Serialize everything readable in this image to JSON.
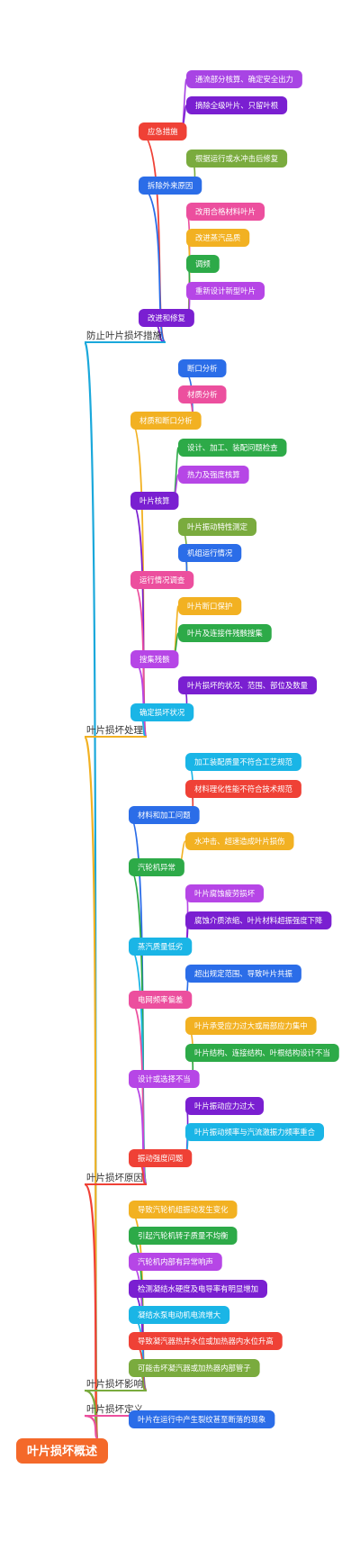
{
  "root": {
    "label": "叶片损坏概述",
    "color": "#f4692a"
  },
  "branches": [
    {
      "label": "防止叶片损坏措施",
      "color": "#1aa8db",
      "children": [
        {
          "label": "应急措施",
          "color": "#ef4136",
          "children": [
            {
              "label": "通流部分核算、确定安全出力",
              "color": "#a844e4"
            },
            {
              "label": "摘除全级叶片、只留叶根",
              "color": "#7a1fd1"
            }
          ]
        },
        {
          "label": "拆除外来原因",
          "color": "#2b6de8",
          "children": [
            {
              "label": "根据运行或水冲击后修复",
              "color": "#7aab3e"
            }
          ]
        },
        {
          "label": "改进和修复",
          "color": "#7a1fd1",
          "children": [
            {
              "label": "改用合格材料叶片",
              "color": "#ec4f9e"
            },
            {
              "label": "改进蒸汽品质",
              "color": "#f2b122"
            },
            {
              "label": "调频",
              "color": "#2daa48"
            },
            {
              "label": "重新设计新型叶片",
              "color": "#b646e6"
            }
          ]
        }
      ]
    },
    {
      "label": "叶片损坏处理",
      "color": "#f2b122",
      "children": [
        {
          "label": "材质和断口分析",
          "color": "#f2b122",
          "children": [
            {
              "label": "断口分析",
              "color": "#2b6de8"
            },
            {
              "label": "材质分析",
              "color": "#ec4f9e"
            }
          ]
        },
        {
          "label": "叶片核算",
          "color": "#7a1fd1",
          "children": [
            {
              "label": "设计、加工、装配问题检查",
              "color": "#2daa48"
            },
            {
              "label": "热力及强度核算",
              "color": "#b646e6"
            }
          ]
        },
        {
          "label": "运行情况调查",
          "color": "#ec4f9e",
          "children": [
            {
              "label": "叶片振动特性测定",
              "color": "#7aab3e"
            },
            {
              "label": "机组运行情况",
              "color": "#2b6de8"
            }
          ]
        },
        {
          "label": "搜集残骸",
          "color": "#b646e6",
          "children": [
            {
              "label": "叶片断口保护",
              "color": "#f2b122"
            },
            {
              "label": "叶片及连接件残骸搜集",
              "color": "#2daa48"
            }
          ]
        },
        {
          "label": "确定损坏状况",
          "color": "#1ab5e6",
          "children": [
            {
              "label": "叶片损坏的状况、范围、部位及数量",
              "color": "#7a1fd1"
            }
          ]
        }
      ]
    },
    {
      "label": "叶片损坏原因",
      "color": "#ef4136",
      "children": [
        {
          "label": "材料和加工问题",
          "color": "#2b6de8",
          "children": [
            {
              "label": "加工装配质量不符合工艺规范",
              "color": "#1ab5e6"
            },
            {
              "label": "材料理化性能不符合技术规范",
              "color": "#ef4136"
            }
          ]
        },
        {
          "label": "汽轮机异常",
          "color": "#2daa48",
          "children": [
            {
              "label": "水冲击、超速造成叶片损伤",
              "color": "#f2b122"
            }
          ]
        },
        {
          "label": "蒸汽质量低劣",
          "color": "#1ab5e6",
          "children": [
            {
              "label": "叶片腐蚀疲劳损坏",
              "color": "#b646e6"
            },
            {
              "label": "腐蚀介质浓缩、叶片材料超振强度下降",
              "color": "#7a1fd1"
            }
          ]
        },
        {
          "label": "电网频率偏差",
          "color": "#ec4f9e",
          "children": [
            {
              "label": "超出规定范围、导致叶片共振",
              "color": "#2b6de8"
            }
          ]
        },
        {
          "label": "设计或选择不当",
          "color": "#b646e6",
          "children": [
            {
              "label": "叶片承受应力过大或局部应力集中",
              "color": "#f2b122"
            },
            {
              "label": "叶片结构、连接结构、叶根结构设计不当",
              "color": "#2daa48"
            }
          ]
        },
        {
          "label": "振动强度问题",
          "color": "#ef4136",
          "children": [
            {
              "label": "叶片振动应力过大",
              "color": "#7a1fd1"
            },
            {
              "label": "叶片振动频率与汽流激振力频率重合",
              "color": "#1ab5e6"
            }
          ]
        }
      ]
    },
    {
      "label": "叶片损坏影响",
      "color": "#7aab3e",
      "children": [
        {
          "label": "导致汽轮机组振动发生变化",
          "color": "#f2b122"
        },
        {
          "label": "引起汽轮机转子质量不均衡",
          "color": "#2daa48"
        },
        {
          "label": "汽轮机内部有异常响声",
          "color": "#b646e6"
        },
        {
          "label": "检测凝结水硬度及电导率有明显增加",
          "color": "#7a1fd1"
        },
        {
          "label": "凝结水泵电动机电流增大",
          "color": "#1ab5e6"
        },
        {
          "label": "导致凝汽器热井水位或加热器内水位升高",
          "color": "#ef4136"
        },
        {
          "label": "可能击坏凝汽器或加热器内部管子",
          "color": "#7aab3e"
        }
      ]
    },
    {
      "label": "叶片损坏定义",
      "color": "#ec4f9e",
      "children": [
        {
          "label": "叶片在运行中产生裂纹甚至断落的现象",
          "color": "#2b6de8"
        }
      ]
    }
  ]
}
